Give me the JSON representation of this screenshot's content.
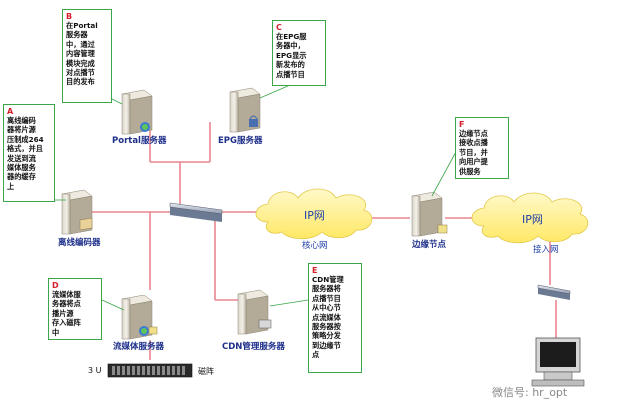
{
  "notes": {
    "a": {
      "letter": "A",
      "text": "离线编码\n器将片源\n压制成264\n格式，并且\n发送到流\n媒体服务\n器的缓存\n上"
    },
    "b": {
      "letter": "B",
      "text": "在Portal\n服务器\n中，通过\n内容管理\n模块完成\n对点播节\n目的发布"
    },
    "c": {
      "letter": "C",
      "text": "在EPG服\n务器中，\nEPG显示\n新发布的\n点播节目"
    },
    "d": {
      "letter": "D",
      "text": "流媒体服\n务器将点\n播片源\n存入磁阵\n中"
    },
    "e": {
      "letter": "E",
      "text": "CDN管理\n服务器将\n点播节目\n从中心节\n点流媒体\n服务器按\n策略分发\n到边缘节\n点"
    },
    "f": {
      "letter": "F",
      "text": "边缘节点\n接收点播\n节目，并\n向用户提\n供服务"
    }
  },
  "labels": {
    "portal": "Portal服务器",
    "epg": "EPG服务器",
    "offline": "离线编码器",
    "stream": "流媒体服务器",
    "cdn": "CDN管理服务器",
    "edge": "边缘节点",
    "core": "核心网",
    "access": "接入网",
    "disk": "磁阵",
    "disk_prefix": "3 U"
  },
  "clouds": {
    "left": "IP网",
    "right": "IP网"
  },
  "watermark": "微信号: hr_opt",
  "colors": {
    "note_border": "#3aa648",
    "letter": "#d3202a",
    "link": "#e9868f",
    "cloud": "#fff3a0",
    "label": "#1e2f8a"
  }
}
